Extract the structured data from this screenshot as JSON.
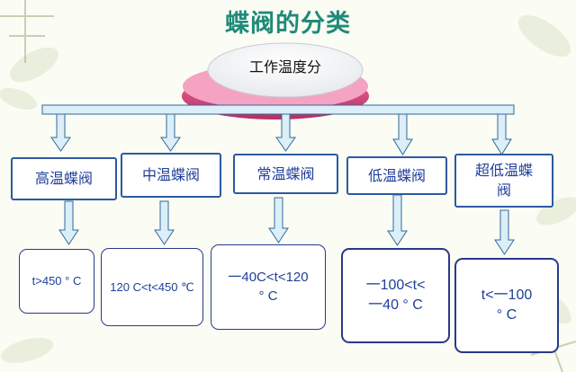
{
  "title": "蝶阀的分类",
  "hub": {
    "label": "工作温度分"
  },
  "categories": [
    {
      "label": "高温蝶阀",
      "value": "t>450 ° C"
    },
    {
      "label": "中温蝶阀",
      "value": "120 C<t<450 ℃"
    },
    {
      "label": "常温蝶阀",
      "value": "一40C<t<120\n° C"
    },
    {
      "label": "低温蝶阀",
      "value": "一100<t<\n一40 ° C"
    },
    {
      "label": "超低温蝶\n阀",
      "value": "t<一100\n° C"
    }
  ],
  "colors": {
    "title": "#1f8a78",
    "hub_ring": "#d9467a",
    "arrow_fill": "#dceef8",
    "arrow_stroke": "#2f6a9a",
    "box_border": "#2c5aa0"
  }
}
